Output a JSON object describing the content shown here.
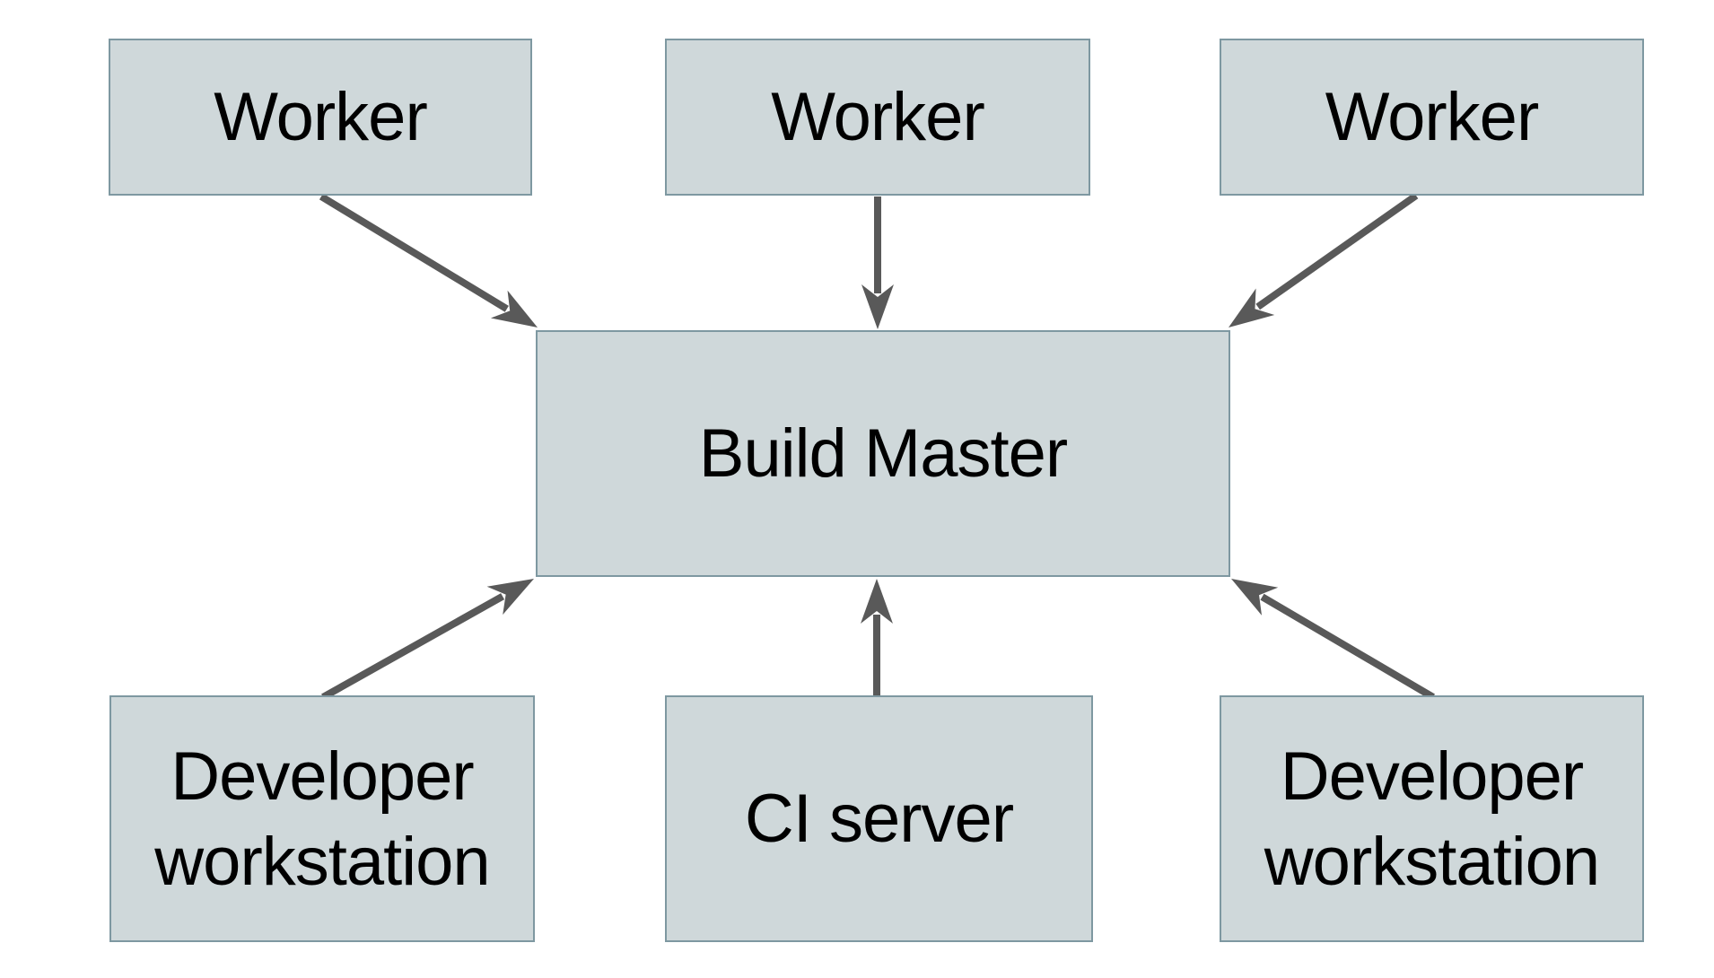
{
  "diagram": {
    "type": "architecture-diagram",
    "nodes": [
      {
        "id": "worker-1",
        "label": "Worker"
      },
      {
        "id": "worker-2",
        "label": "Worker"
      },
      {
        "id": "worker-3",
        "label": "Worker"
      },
      {
        "id": "build-master",
        "label": "Build Master"
      },
      {
        "id": "developer-workstation-left",
        "label": "Developer workstation"
      },
      {
        "id": "ci-server",
        "label": "CI server"
      },
      {
        "id": "developer-workstation-right",
        "label": "Developer workstation"
      }
    ],
    "edges": [
      {
        "from": "worker-1",
        "to": "build-master"
      },
      {
        "from": "worker-2",
        "to": "build-master"
      },
      {
        "from": "worker-3",
        "to": "build-master"
      },
      {
        "from": "developer-workstation-left",
        "to": "build-master"
      },
      {
        "from": "ci-server",
        "to": "build-master"
      },
      {
        "from": "developer-workstation-right",
        "to": "build-master"
      }
    ],
    "colors": {
      "node_fill": "#cfd8da",
      "node_border": "#7e98a1",
      "arrow": "#595959",
      "text": "#000000",
      "background": "#ffffff"
    }
  }
}
